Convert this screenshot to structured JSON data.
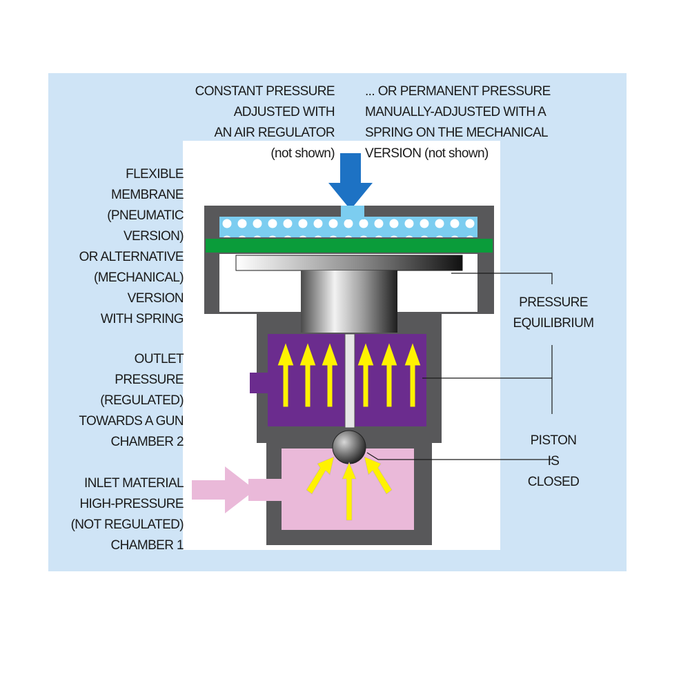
{
  "labels": {
    "constant_pressure": {
      "lines": [
        "CONSTANT PRESSURE",
        "ADJUSTED WITH",
        "AN AIR REGULATOR",
        "(not shown)"
      ]
    },
    "permanent_pressure": {
      "lines": [
        "... OR PERMANENT PRESSURE",
        "MANUALLY-ADJUSTED WITH A",
        "SPRING ON THE MECHANICAL",
        "VERSION (not shown)"
      ]
    },
    "flexible_membrane": {
      "lines": [
        "FLEXIBLE",
        "MEMBRANE",
        "(PNEUMATIC",
        "VERSION)",
        "OR ALTERNATIVE",
        "(MECHANICAL)",
        "VERSION",
        "WITH SPRING"
      ]
    },
    "pressure_equilibrium": {
      "lines": [
        "PRESSURE",
        "EQUILIBRIUM"
      ]
    },
    "outlet_pressure": {
      "lines": [
        "OUTLET",
        "PRESSURE",
        "(REGULATED)",
        "TOWARDS A GUN",
        "CHAMBER 2"
      ]
    },
    "piston_closed": {
      "lines": [
        "PISTON",
        "IS",
        "CLOSED"
      ]
    },
    "inlet_material": {
      "lines": [
        "INLET MATERIAL",
        "HIGH-PRESSURE",
        "(NOT REGULATED)",
        "CHAMBER 1"
      ]
    }
  },
  "colors": {
    "background_panel": "#cfe4f6",
    "housing": "#58585a",
    "membrane": "#0a9c3a",
    "air_chamber": "#7ccdf0",
    "pressure_arrow": "#1d72c4",
    "outlet_chamber": "#6b2c8e",
    "inlet_chamber": "#eab9d9",
    "flow_arrows": "#fff200"
  }
}
